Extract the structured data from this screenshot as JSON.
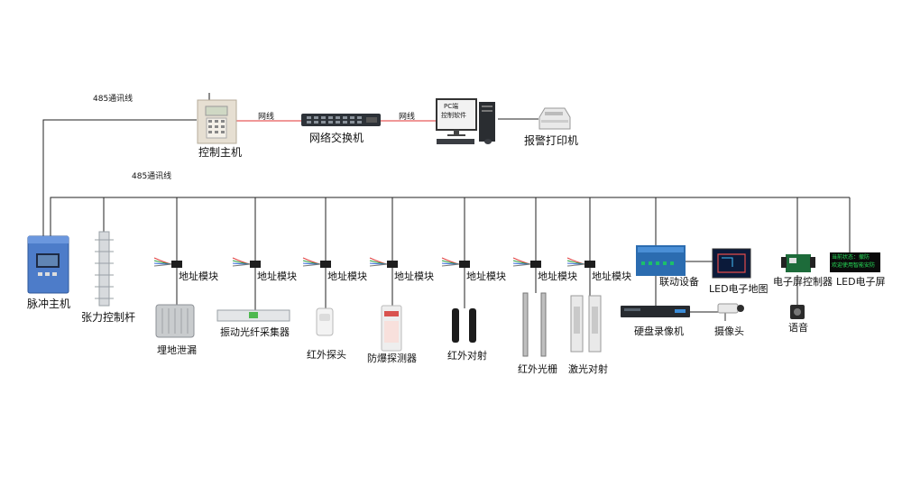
{
  "top": {
    "bus_label": "485通讯线",
    "control_host": "控制主机",
    "network_link_1": "网线",
    "switch": "网络交换机",
    "network_link_2": "网线",
    "pc_screen_line1": "PC端",
    "pc_screen_line2": "控制软件",
    "printer": "报警打印机"
  },
  "bus": {
    "label": "485通讯线"
  },
  "devices": {
    "pulse_host": "脉冲主机",
    "tension_rod": "张力控制杆",
    "buried_leak": "埋地泄漏",
    "fiber_collector": "振动光纤采集器",
    "ir_probe": "红外探头",
    "explosion_detector": "防爆探测器",
    "ir_beam": "红外对射",
    "ir_grating": "红外光栅",
    "laser_beam": "激光对射",
    "linkage": "联动设备",
    "led_map": "LED电子地图",
    "hdd_recorder": "硬盘录像机",
    "camera": "摄像头",
    "screen_controller": "电子屏控制器",
    "voice": "语音",
    "led_screen": "LED电子屏",
    "led_screen_line1": "当前状态：撤防",
    "led_screen_line2": "欢迎使用智能安防"
  },
  "address_modules": [
    "地址模块",
    "地址模块",
    "地址模块",
    "地址模块",
    "地址模块",
    "地址模块",
    "地址模块"
  ]
}
